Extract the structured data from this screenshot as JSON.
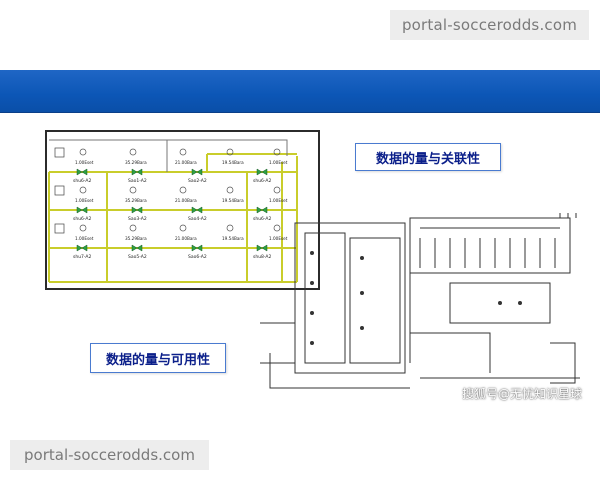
{
  "watermarks": {
    "top": "portal-soccerodds.com",
    "bottom": "portal-soccerodds.com"
  },
  "slide": {
    "label_association": "数据的量与关联性",
    "label_availability": "数据的量与可用性",
    "attribution": "搜狐号@无忧知识星球"
  },
  "scada": {
    "rows": [
      {
        "valves": [
          "shu6-A2",
          "Sao1-A2",
          "Sao2-A2",
          "shu6-A2"
        ],
        "readings": [
          "1.00Eset",
          "35.29Bara",
          "21.00Bara",
          "19.54Bara",
          "1.00Eset"
        ]
      },
      {
        "valves": [
          "shu6-A2",
          "Sao3-A2",
          "Sao4-A2",
          "shu6-A2"
        ],
        "readings": [
          "1.00Eset",
          "35.29Bara",
          "21.00Bara",
          "19.54Bara",
          "1.00Eset"
        ]
      },
      {
        "valves": [
          "shu7-A2",
          "Sao5-A2",
          "Sao6-A2",
          "shu8-A2"
        ],
        "readings": [
          "1.00Eset",
          "35.29Bara",
          "21.00Bara",
          "19.54Bara",
          "1.00Eset"
        ]
      }
    ]
  },
  "colors": {
    "bar": "#0c56b6",
    "pipe": "#c9cd2b",
    "label_text": "#0b1f8a"
  }
}
